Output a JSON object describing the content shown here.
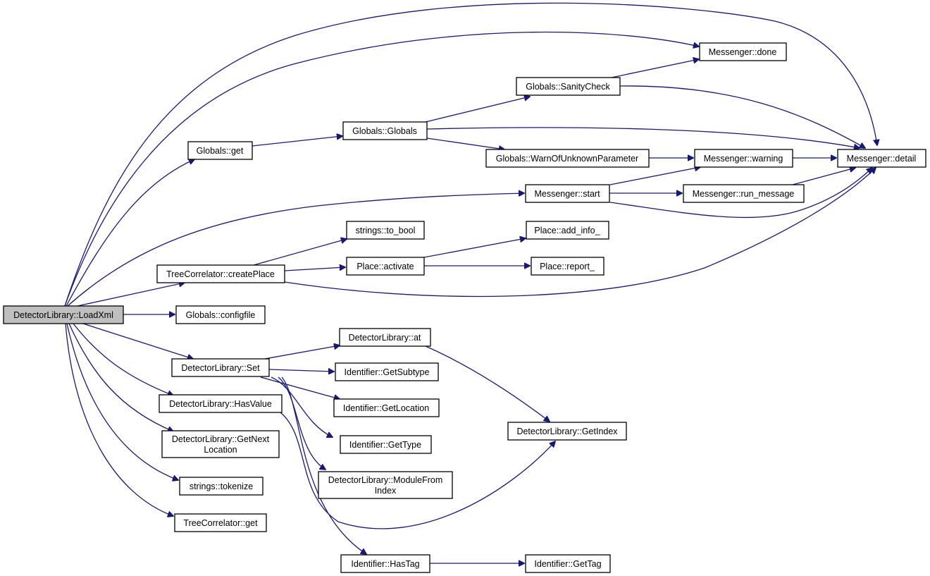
{
  "colors": {
    "edge": "#191970",
    "root_fill": "#bfbfbf",
    "node_fill": "#ffffff"
  },
  "nodes": {
    "root": "DetectorLibrary::LoadXml",
    "globals_get": "Globals::get",
    "globals_globals": "Globals::Globals",
    "globals_sanitycheck": "Globals::SanityCheck",
    "messenger_done": "Messenger::done",
    "globals_warn": "Globals::WarnOfUnknownParameter",
    "messenger_warning": "Messenger::warning",
    "messenger_detail": "Messenger::detail",
    "messenger_start": "Messenger::start",
    "messenger_run": "Messenger::run_message",
    "strings_tobool": "strings::to_bool",
    "place_addinfo": "Place::add_info_",
    "tc_createplace": "TreeCorrelator::createPlace",
    "place_activate": "Place::activate",
    "place_report": "Place::report_",
    "globals_configfile": "Globals::configfile",
    "dl_at": "DetectorLibrary::at",
    "dl_set": "DetectorLibrary::Set",
    "id_getsubtype": "Identifier::GetSubtype",
    "dl_hasvalue": "DetectorLibrary::HasValue",
    "id_getlocation": "Identifier::GetLocation",
    "dl_getindex": "DetectorLibrary::GetIndex",
    "dl_getnext_1": "DetectorLibrary::GetNext",
    "dl_getnext_2": "Location",
    "id_gettype": "Identifier::GetType",
    "dl_modulefrom_1": "DetectorLibrary::ModuleFrom",
    "dl_modulefrom_2": "Index",
    "strings_tokenize": "strings::tokenize",
    "tc_get": "TreeCorrelator::get",
    "id_hastag": "Identifier::HasTag",
    "id_gettag": "Identifier::GetTag"
  }
}
